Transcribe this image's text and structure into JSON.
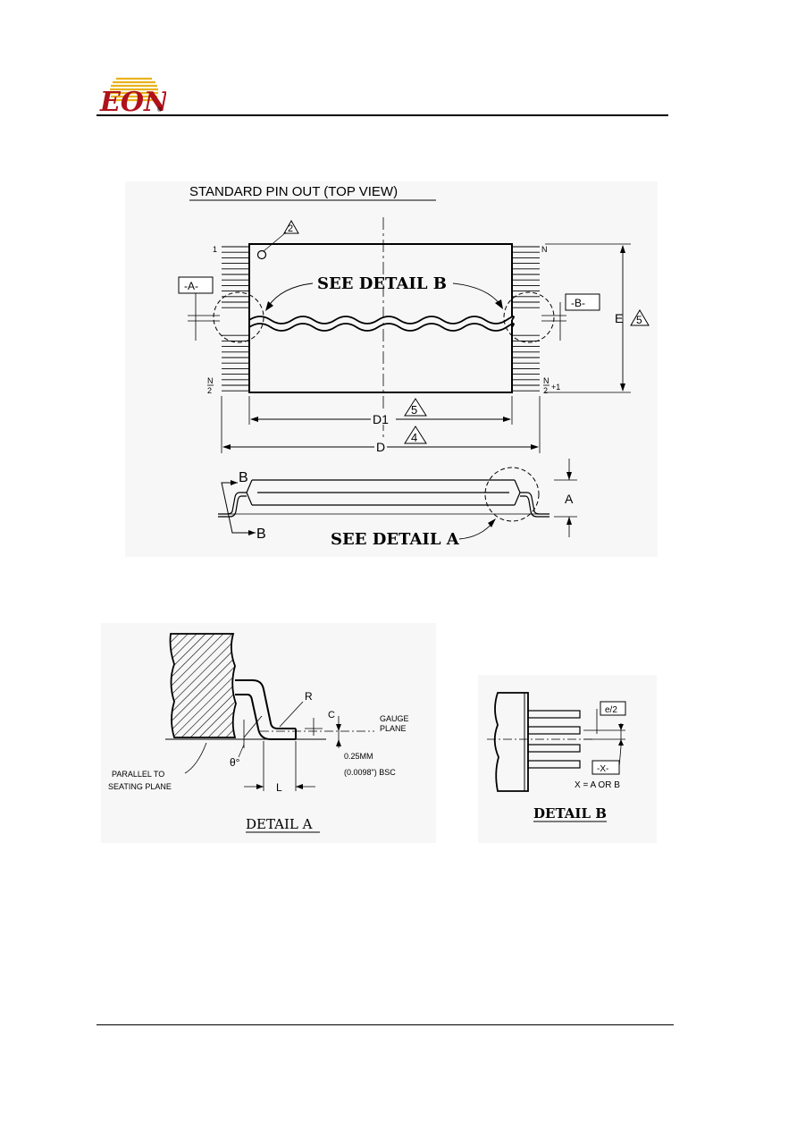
{
  "header": {
    "logo_text": "EON",
    "logo_mark": "®"
  },
  "top_view": {
    "title": "STANDARD PIN OUT (TOP VIEW)",
    "pin_first": "1",
    "pin_last": "N",
    "pin_half_num": "N",
    "pin_half_den": "2",
    "pin_half_plus_num": "N",
    "pin_half_plus_den": "2",
    "pin_half_plus_suffix": "+1",
    "see_detail_b": "SEE DETAIL B",
    "datum_a": "-A-",
    "datum_b": "-B-",
    "note_2": "2",
    "dim_e": "E",
    "note_5_e": "5",
    "dim_d1": "D1",
    "note_5_d1": "5",
    "dim_d": "D",
    "note_4": "4"
  },
  "side_view": {
    "section_b_top": "B",
    "section_b_bottom": "B",
    "dim_a": "A",
    "see_detail_a": "SEE DETAIL A"
  },
  "detail_a": {
    "label_r": "R",
    "label_c": "C",
    "gauge_plane_1": "GAUGE",
    "gauge_plane_2": "PLANE",
    "gauge_dim_1": "0.25MM",
    "gauge_dim_2": "(0.0098\") BSC",
    "parallel_1": "PARALLEL TO",
    "parallel_2": "SEATING PLANE",
    "theta": "θ°",
    "label_l": "L",
    "caption": "DETAIL A"
  },
  "detail_b": {
    "label_e2": "e/2",
    "label_x": "-X-",
    "note_x": "X = A OR B",
    "caption": "DETAIL B"
  }
}
